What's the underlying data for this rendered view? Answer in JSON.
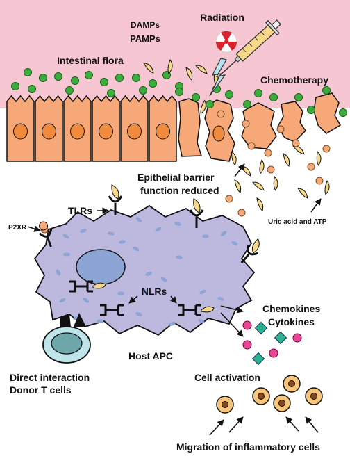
{
  "labels": {
    "damps": "DAMPs",
    "pamps": "PAMPs",
    "radiation": "Radiation",
    "intestinal_flora": "Intestinal flora",
    "chemotherapy": "Chemotherapy",
    "barrier_line1": "Epithelial barrier",
    "barrier_line2": "function reduced",
    "tlrs": "TLRs",
    "p2xr": "P2XR",
    "uric_acid": "Uric acid and ATP",
    "nlrs": "NLRs",
    "chemokines": "Chemokines",
    "cytokines": "Cytokines",
    "host_apc": "Host APC",
    "direct_line1": "Direct interaction",
    "direct_line2": "Donor T cells",
    "cell_activation": "Cell activation",
    "migration": "Migration of inflammatory cells"
  },
  "colors": {
    "lumen": "#f6c6d2",
    "epithelium": "#f6a878",
    "nucleus": "#f08a3c",
    "bacteria": "#3cad3c",
    "pamp": "#f7d88a",
    "uric": "#f6a878",
    "apc": "#bcb8de",
    "apc_nucleus": "#8da5d4",
    "tcell": "#bfe4ea",
    "chemokine": "#2bb391",
    "cytokine": "#e8449a",
    "activated_cell": "#f7c67a"
  },
  "icons": [
    "syringe-icon",
    "radiation-icon",
    "lightning-icon",
    "receptor-icon",
    "arrow-icon"
  ]
}
